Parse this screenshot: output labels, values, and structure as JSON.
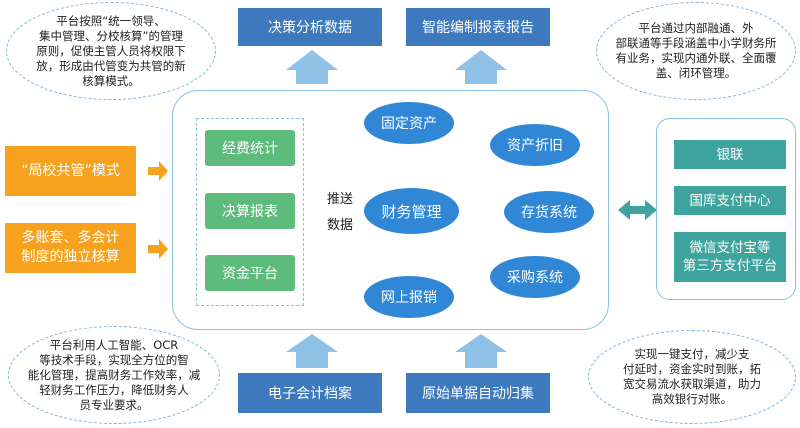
{
  "top_boxes": [
    "决策分析数据",
    "智能编制报表报告"
  ],
  "bottom_boxes": [
    "电子会计档案",
    "原始单据自动归集"
  ],
  "bubbles": {
    "top_left": "平台按照“统一领导、\n集中管理、分校核算”的管理\n原则，促使主管人员将权限下\n放，形成由代管变为共管的新\n核算模式。",
    "top_right": "平台通过内部融通、外\n部联通等手段涵盖中小学财务所\n有业务，实现内通外联、全面覆\n盖、闭环管理。",
    "bottom_left": "平台利用人工智能、OCR\n等技术手段，实现全方位的智\n能化管理，提高财务工作效率，减\n轻财务工作压力，降低财务人\n员专业要求。",
    "bottom_right": "实现一键支付，减少支\n付延时，资金实时到账，拓\n宽交易流水获取渠道，助力\n高效银行对账。"
  },
  "left_modes": [
    "“局校共管”模式",
    "多账套、多会计\n制度的独立核算"
  ],
  "left_column": [
    "经费统计",
    "决算报表",
    "资金平台"
  ],
  "push_label": [
    "推送",
    "数据"
  ],
  "center": "财务管理",
  "satellites": {
    "fixed_assets": "固定资产",
    "depreciation": "资产折旧",
    "inventory": "存货系统",
    "procurement": "采购系统",
    "reimbursement": "网上报销"
  },
  "right_column": [
    "银联",
    "国库支付中心",
    "微信支付宝等\n第三方支付平台"
  ],
  "colors": {
    "dark_blue": "#3f79bd",
    "orange": "#f6a21e",
    "green": "#5dbb7c",
    "teal": "#3fa39e",
    "ellipse_blue": "#2f87d6",
    "light_arrow": "#8fc0e6"
  }
}
